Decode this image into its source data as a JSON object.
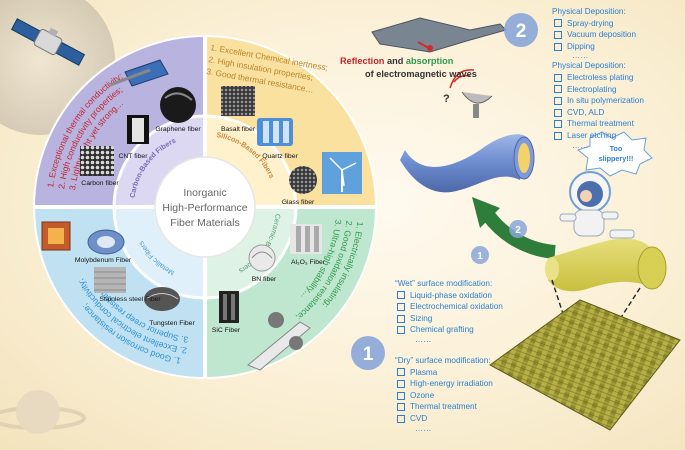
{
  "center": {
    "line1": "Inorganic",
    "line2": "High-Performance",
    "line3": "Fiber Materials"
  },
  "quadrants": {
    "carbon": {
      "title": "Carbon-Based Fibers",
      "properties": [
        "1. Exceptional thermal conductivity;",
        "2. High conductivity properties;",
        "3. Lightweight yet strong…"
      ],
      "fibers": [
        "Graphene fiber",
        "CNT fiber",
        "Carbon fiber"
      ]
    },
    "silicon": {
      "title": "Silicon-Based Fibers",
      "properties": [
        "1. Excellent Chemical inertness;",
        "2. High insulation properties;",
        "3. Good thermal resistance…"
      ],
      "fibers": [
        "Basalt fiber",
        "Quartz fiber",
        "Glass fiber"
      ]
    },
    "ceramic": {
      "title": "Ceramic-Based Fibers",
      "properties": [
        "1. Electrically insulating;",
        "2. Good oxidation resistance;",
        "3. Ultra-high stability…"
      ],
      "fibers": [
        "Al₂O₃ Fiber",
        "BN fiber",
        "SiC Fiber"
      ]
    },
    "metallic": {
      "title": "Metallic Fibers",
      "properties": [
        "1. Good corrosion resistance;",
        "2. Excellent electrical conductivity;",
        "3. Superior creep resistance…"
      ],
      "fibers": [
        "Molybdenum Fiber",
        "Stainless steel Fiber",
        "Tungsten Fiber"
      ]
    }
  },
  "reflection": {
    "word1": "Reflection",
    "word2": "and",
    "word3": "absorption",
    "line2": "of electromagnetic waves",
    "question": "?"
  },
  "speech": {
    "text": "Too slippery!!!"
  },
  "steps": {
    "one": "1",
    "two": "2"
  },
  "list_two": {
    "header1": "Physical Deposition:",
    "items1": [
      "Spray-drying",
      "Vacuum deposition",
      "Dipping"
    ],
    "header2": "Physical Deposition:",
    "items2": [
      "Electroless plating",
      "Electroplating",
      "In situ polymerization",
      "CVD, ALD",
      "Thermal treatment",
      "Laser etching"
    ],
    "ellipsis": "……"
  },
  "list_wet": {
    "header": "“Wet” surface modification:",
    "items": [
      "Liquid-phase oxidation",
      "Electrochemical oxidation",
      "Sizing",
      "Chemical grafting"
    ],
    "ellipsis": "……"
  },
  "list_dry": {
    "header": "“Dry” surface modification:",
    "items": [
      "Plasma",
      "High-energy irradiation",
      "Ozone",
      "Thermal treatment",
      "CVD"
    ],
    "ellipsis": "……"
  },
  "colors": {
    "carbon": "#b9b3e0",
    "silicon": "#fbe1a0",
    "ceramic": "#bfe6cf",
    "metallic": "#bfe1f2",
    "blue_text": "#2a7fd0",
    "red_text": "#c0282a",
    "green_text": "#2e9a4a"
  }
}
